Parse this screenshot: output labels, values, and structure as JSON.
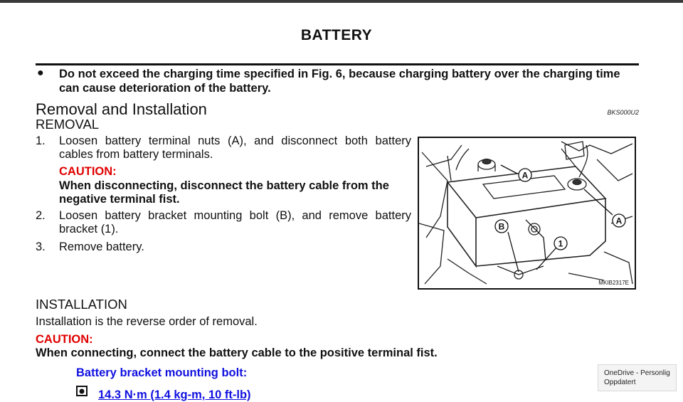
{
  "page": {
    "title": "BATTERY",
    "note_bullet": "Do not exceed the charging time specified in Fig. 6, because charging battery over the charging time can cause deterioration of the battery.",
    "section_heading": "Removal and Installation",
    "section_code": "BKS000U2"
  },
  "removal": {
    "heading": "REMOVAL",
    "steps": [
      {
        "num": "1.",
        "text": "Loosen battery terminal nuts (A), and disconnect both battery cables from battery terminals."
      },
      {
        "num": "2.",
        "text": "Loosen battery bracket mounting bolt (B), and remove battery bracket (1)."
      },
      {
        "num": "3.",
        "text": "Remove battery."
      }
    ],
    "caution_label": "CAUTION:",
    "caution_text": "When disconnecting, disconnect the battery cable from the negative terminal fist."
  },
  "figure": {
    "code": "MKIB2317E",
    "callouts": [
      "A",
      "A",
      "B",
      "1"
    ]
  },
  "installation": {
    "heading": "INSTALLATION",
    "text": "Installation is the reverse order of removal.",
    "caution_label": "CAUTION:",
    "caution_text": "When connecting, connect the battery cable to the positive terminal fist.",
    "bolt_label": "Battery bracket mounting bolt:",
    "torque": "14.3 N·m (1.4 kg-m, 10 ft-lb)"
  },
  "toast": {
    "line1": "OneDrive - Personlig",
    "line2": "Oppdatert"
  },
  "colors": {
    "caution_red": "#e00000",
    "blue_text": "#1010e0",
    "top_bar": "#3a3a3a"
  }
}
